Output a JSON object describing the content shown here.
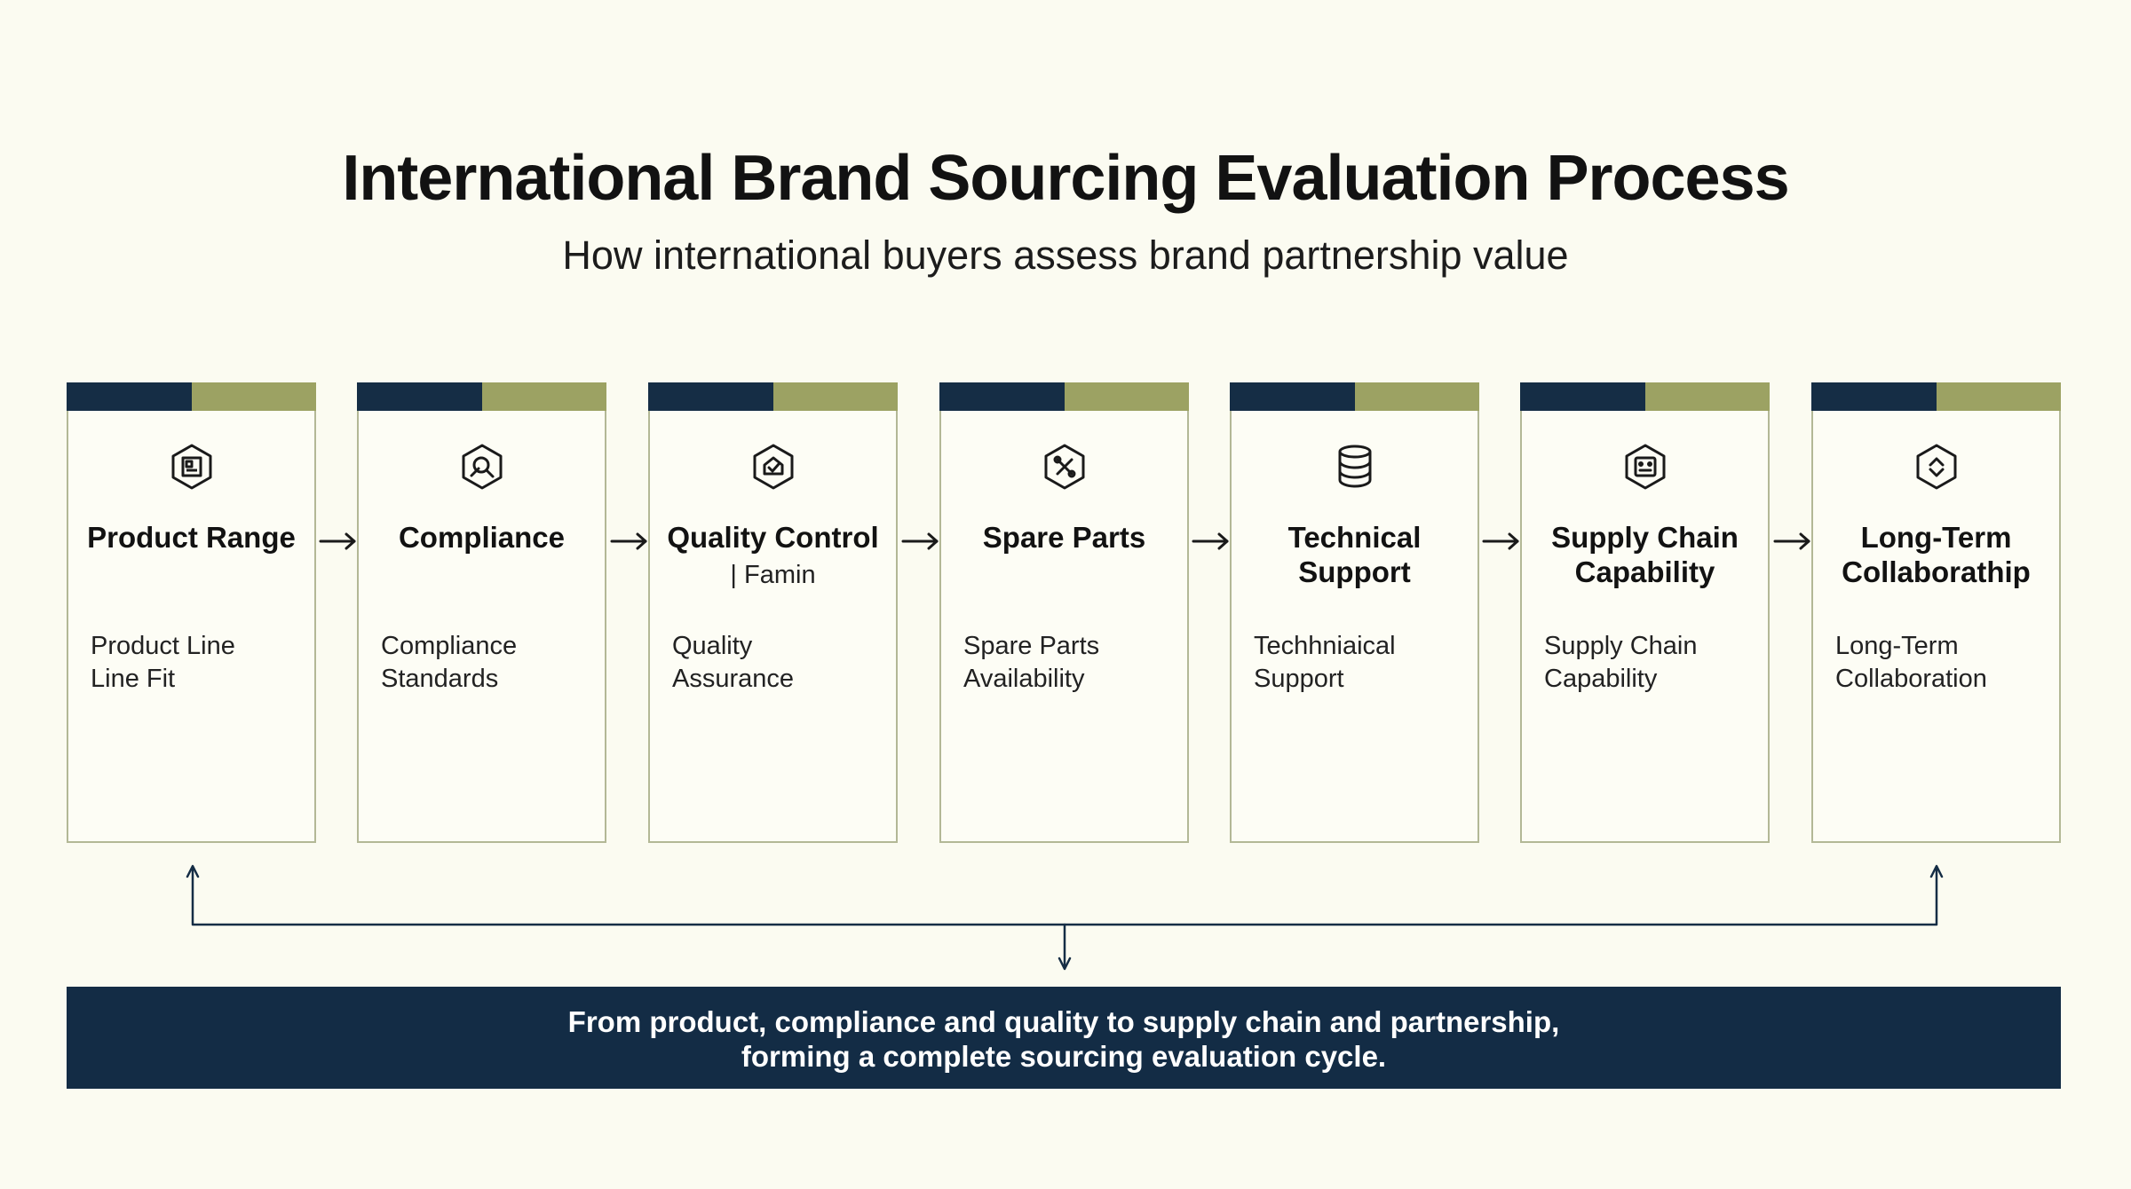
{
  "header": {
    "title": "International Brand Sourcing Evaluation Process",
    "subtitle": "How international buyers assess brand partnership value"
  },
  "colors": {
    "background": "#fbfbf1",
    "navy": "#152d45",
    "olive": "#9ca263",
    "card_border": "#b3b896"
  },
  "steps": [
    {
      "title_lines": [
        "Product Range"
      ],
      "note": "",
      "desc_lines": [
        "Product Line",
        "Line Fit"
      ],
      "icon": "product-range-icon"
    },
    {
      "title_lines": [
        "Compliance"
      ],
      "note": "",
      "desc_lines": [
        "Compliance",
        "Standards"
      ],
      "icon": "compliance-icon"
    },
    {
      "title_lines": [
        "Quality Control"
      ],
      "note": "|  Famin",
      "desc_lines": [
        "Quality",
        "Assurance"
      ],
      "icon": "quality-control-icon"
    },
    {
      "title_lines": [
        "Spare Parts"
      ],
      "note": "",
      "desc_lines": [
        "Spare Parts",
        "Availability"
      ],
      "icon": "spare-parts-icon"
    },
    {
      "title_lines": [
        "Technical",
        "Support"
      ],
      "note": "",
      "desc_lines": [
        "Techhniaical",
        "Support"
      ],
      "icon": "technical-support-icon"
    },
    {
      "title_lines": [
        "Supply Chain",
        "Capability"
      ],
      "note": "",
      "desc_lines": [
        "Supply Chain",
        "Capability"
      ],
      "icon": "supply-chain-icon"
    },
    {
      "title_lines": [
        "Long-Term",
        "Collaborathip"
      ],
      "note": "",
      "desc_lines": [
        "Long-Term",
        "Collaboration"
      ],
      "icon": "collaboration-icon"
    }
  ],
  "banner": {
    "line1": "From product, compliance and quality to supply chain and partnership,",
    "line2": "forming a complete sourcing evaluation cycle."
  }
}
